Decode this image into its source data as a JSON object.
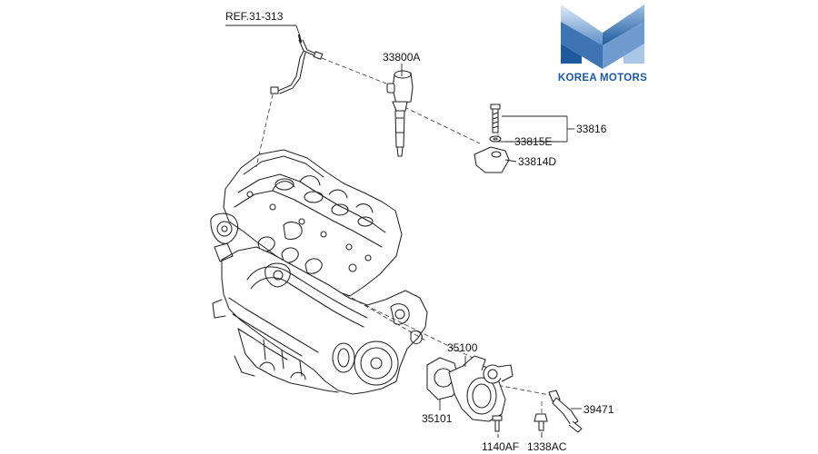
{
  "diagram": {
    "labels": {
      "ref": "REF.31-313",
      "injector": "33800A",
      "bolt_assy": "33816",
      "washer": "33815E",
      "clamp": "33814D",
      "thermostat_housing": "35100",
      "gasket": "35101",
      "sensor": "39471",
      "bolt": "1140AF",
      "nut": "1338AC"
    }
  },
  "logo": {
    "text": "KOREA MOTORS",
    "color_blue": "#1f5a9e",
    "color_light": "#a9c6e6"
  }
}
